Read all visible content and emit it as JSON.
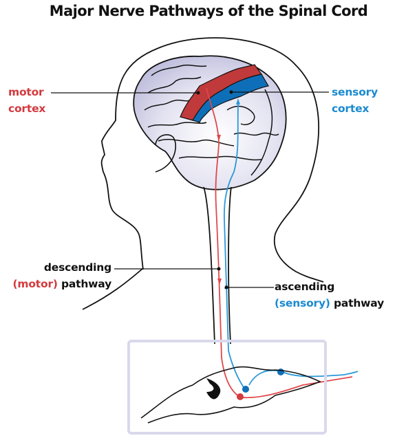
{
  "title": "Major Nerve Pathways of the Spinal Cord",
  "labels": {
    "motor_cortex": {
      "line1": "motor",
      "line2": "cortex"
    },
    "sensory_cortex": {
      "line1": "sensory",
      "line2": "cortex"
    },
    "descending": {
      "line1": "descending",
      "line2_colored": "(motor)",
      "line2_plain": "pathway"
    },
    "ascending": {
      "line1": "ascending",
      "line2_colored": "(sensory)",
      "line2_plain": "pathway"
    }
  },
  "colors": {
    "motor": "#c0393b",
    "sensory": "#0e6fb8",
    "motor_text": "#d43a3e",
    "sensory_text": "#1a8ad0",
    "motor_pathway": "#e0474a",
    "sensory_pathway": "#2a98d8",
    "brain_fill": "#d6d5ea",
    "inset_frame": "#d9d9ec"
  }
}
